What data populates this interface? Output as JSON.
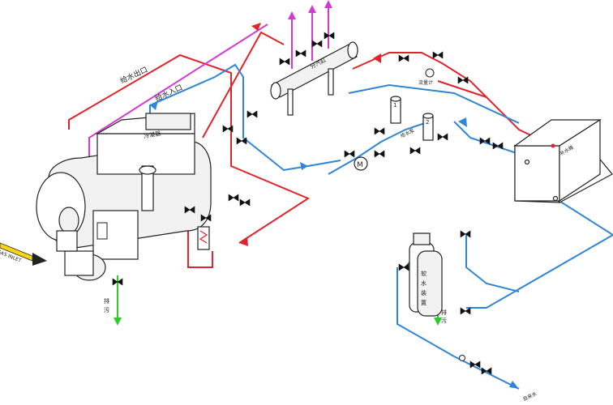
{
  "labels": {
    "feed_water_outlet": "给水出口",
    "feed_water_inlet": "给水入口",
    "condenser": "冷凝器",
    "steam_header": "分汽缸",
    "flow_meter": "流量计",
    "feed_pump": "给水泵",
    "water_tank": "补水箱",
    "softener_1": "软",
    "softener_2": "水",
    "softener_3": "装",
    "softener_4": "置",
    "drain_left_1": "排",
    "drain_left_2": "污",
    "drain_right_1": "排",
    "drain_right_2": "污",
    "tap_water": "自来水",
    "fuel_inlet": "GAS INLET",
    "pump_no_1": "1",
    "pump_no_2": "2"
  },
  "colors": {
    "steam": "#e0242c",
    "feed_water": "#2f86d6",
    "exhaust": "#d23ad2",
    "drain": "#2ecc2e",
    "outline": "#222222"
  }
}
